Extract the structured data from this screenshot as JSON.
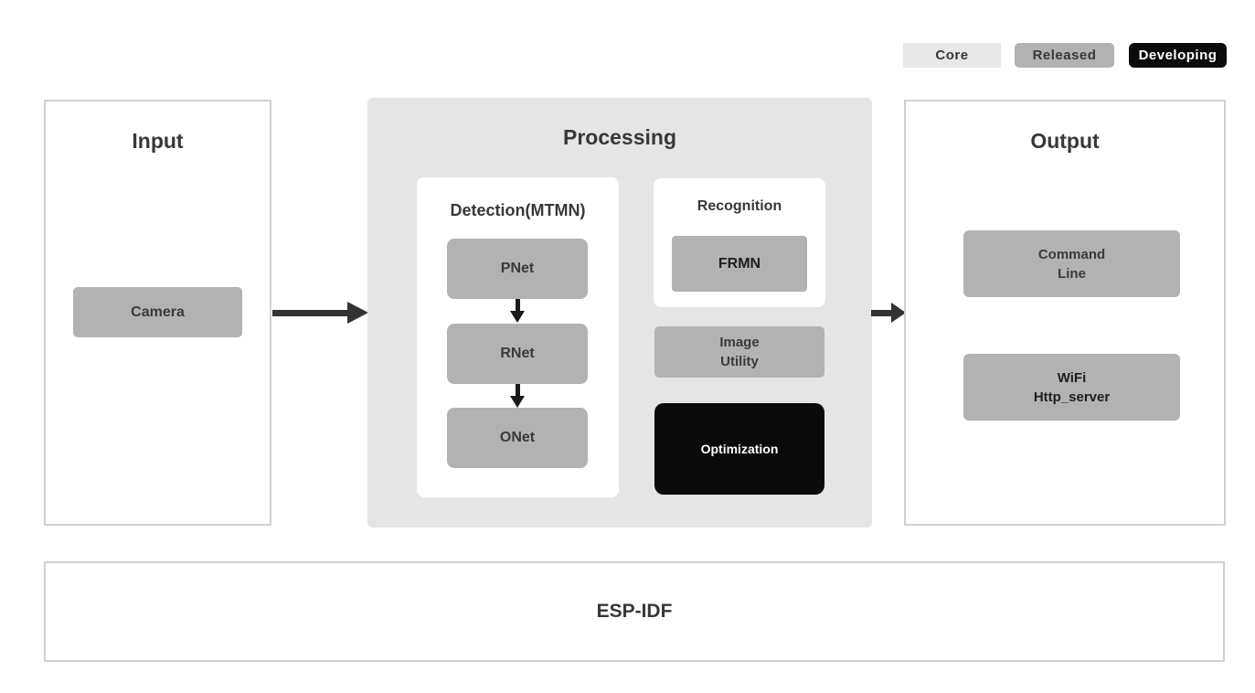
{
  "legend": {
    "items": [
      {
        "id": "core",
        "label": "Core",
        "bg": "#e8e8e8",
        "text_color": "#383838"
      },
      {
        "id": "released",
        "label": "Released",
        "bg": "#b2b2b2",
        "text_color": "#383838"
      },
      {
        "id": "developing",
        "label": "Developing",
        "bg": "#0b0b0b",
        "text_color": "#ffffff"
      }
    ]
  },
  "diagram": {
    "input": {
      "title": "Input",
      "camera_label": "Camera"
    },
    "processing": {
      "title": "Processing",
      "detection": {
        "title": "Detection(MTMN)",
        "nodes": [
          {
            "label": "PNet"
          },
          {
            "label": "RNet"
          },
          {
            "label": "ONet"
          }
        ]
      },
      "recognition": {
        "title": "Recognition",
        "frmn_label": "FRMN"
      },
      "image_utility": {
        "line1": "Image",
        "line2": "Utility"
      },
      "optimization_label": "Optimization"
    },
    "output": {
      "title": "Output",
      "command_line": {
        "line1": "Command",
        "line2": "Line"
      },
      "wifi": {
        "line1": "WiFi",
        "line2": "Http_server"
      }
    },
    "foundation": {
      "title": "ESP-IDF"
    }
  },
  "colors": {
    "node_gray": "#b2b2b2",
    "processing_bg": "#e5e5e5",
    "core_bg": "#e8e8e8",
    "developing_bg": "#0b0b0b",
    "optimization_bg": "#0a0a0a",
    "panel_border": "#cfcfcf",
    "arrow": "#333333",
    "text_dark": "#3a3a3a"
  }
}
